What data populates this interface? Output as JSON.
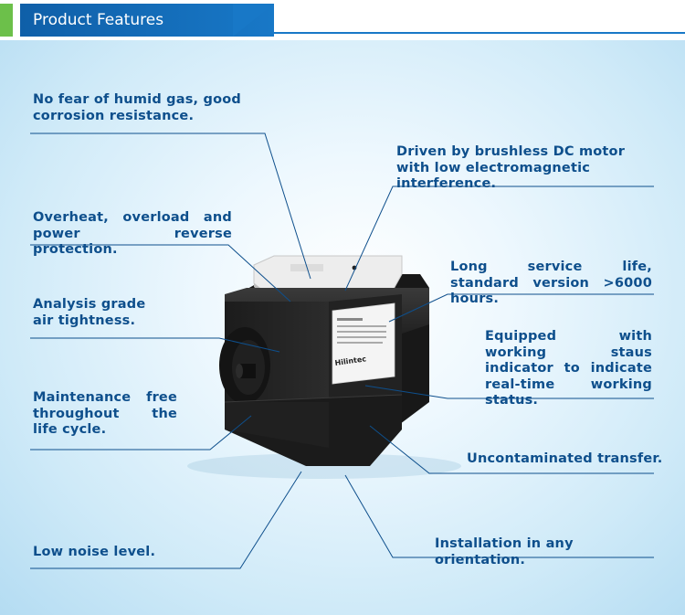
{
  "header": {
    "title": "Product Features"
  },
  "device": {
    "brand_label": "Hilintec"
  },
  "features": {
    "humid_gas": "No fear of humid gas, good corrosion resistance.",
    "brushless_motor": "Driven by brushless DC motor with low electromagnetic interference.",
    "overheat": "Overheat, overload and power reverse protection.",
    "service_life": "Long service life, standard version >6000 hours.",
    "air_tightness": "Analysis grade air tightness.",
    "status_indicator": "Equipped with working staus indicator to indicate real-time working status.",
    "maintenance": "Maintenance free throughout the life cycle.",
    "uncontaminated": "Uncontaminated transfer.",
    "low_noise": "Low noise level.",
    "installation": "Installation in any orientation."
  },
  "colors": {
    "primary_blue": "#1878c7",
    "accent_green": "#6cc04a",
    "text_blue": "#0e4f8c",
    "line_blue": "#0e4f8c"
  }
}
